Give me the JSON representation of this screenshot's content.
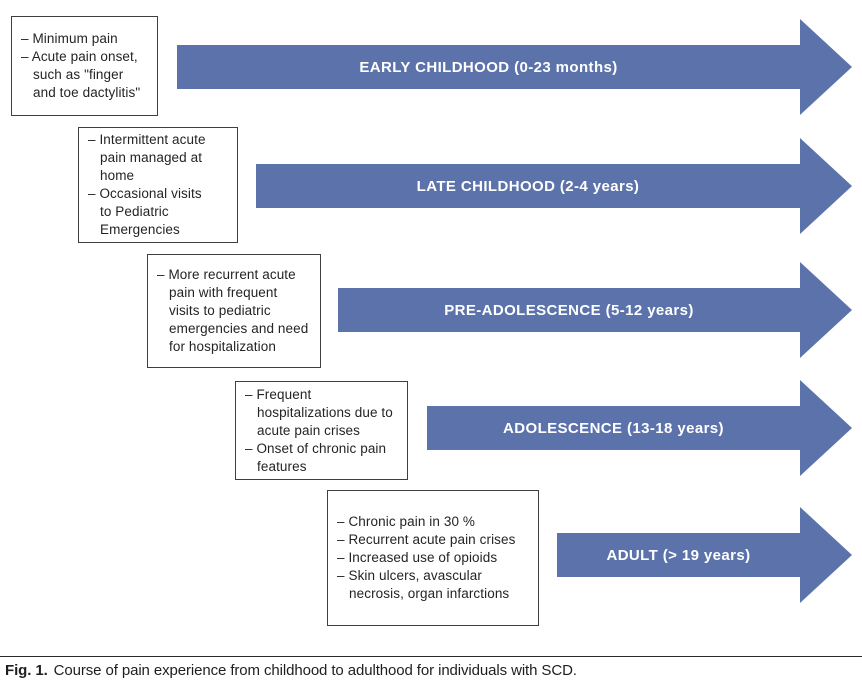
{
  "colors": {
    "accent": "#5b72ab",
    "box_border": "#3f3f3f",
    "box_text": "#242424",
    "arrow_label_text": "#ffffff",
    "caption_rule": "#2b2b2b"
  },
  "stages": [
    {
      "label": "EARLY CHILDHOOD (0-23 months)",
      "notes": [
        "– Minimum pain",
        "– Acute pain onset,",
        "such as \"finger",
        "and toe dactylitis\""
      ]
    },
    {
      "label": "LATE CHILDHOOD (2-4 years)",
      "notes": [
        "– Intermittent acute",
        "pain managed at",
        "home",
        "– Occasional visits",
        "to Pediatric",
        "Emergencies"
      ]
    },
    {
      "label": "PRE-ADOLESCENCE (5-12 years)",
      "notes": [
        "– More recurrent acute",
        "pain with frequent",
        "visits to pediatric",
        "emergencies and need",
        "for hospitalization"
      ]
    },
    {
      "label": "ADOLESCENCE (13-18 years)",
      "notes": [
        "– Frequent",
        "hospitalizations due to",
        "acute pain crises",
        "– Onset of chronic pain",
        "features"
      ]
    },
    {
      "label": "ADULT (> 19 years)",
      "notes": [
        "– Chronic pain in 30 %",
        "– Recurrent acute pain crises",
        "– Increased use of opioids",
        "– Skin ulcers, avascular",
        "necrosis, organ infarctions"
      ]
    }
  ],
  "caption": {
    "label": "Fig. 1.",
    "text": "Course of pain experience from childhood to adulthood for individuals with SCD."
  }
}
